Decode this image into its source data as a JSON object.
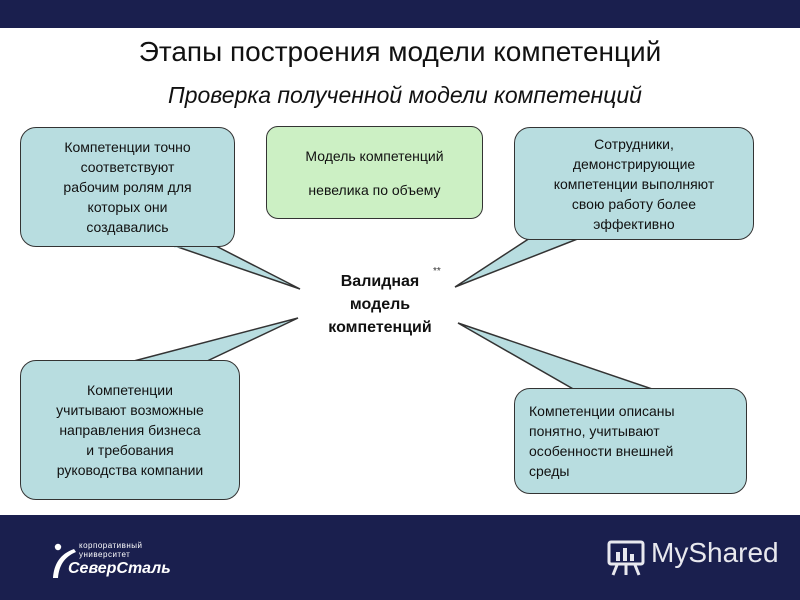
{
  "title": "Этапы построения модели компетенций",
  "subtitle": "Проверка полученной модели компетенций",
  "center": {
    "lines": [
      "Валидная",
      "модель",
      "компетенций"
    ],
    "mark": "**"
  },
  "callouts": {
    "top_left": [
      "Компетенции точно",
      "соответствуют",
      "рабочим ролям для",
      "которых они",
      "создавались"
    ],
    "top_middle": [
      "Модель компетенций",
      "невелика по объему"
    ],
    "top_right": [
      "Сотрудники,",
      "демонстрирующие",
      "компетенции выполняют",
      "свою работу  более",
      "эффективно"
    ],
    "bottom_left": [
      "Компетенции",
      "учитывают возможные",
      "направления бизнеса",
      "и требования",
      "руководства компании"
    ],
    "bottom_right": [
      "Компетенции описаны",
      "понятно, учитывают",
      "особенности внешней",
      "среды"
    ]
  },
  "footer": {
    "org_small": [
      "корпоративный",
      "университет"
    ],
    "org_big": "СеверСталь",
    "watermark": "MyShared"
  },
  "colors": {
    "bar": "#1a1f4e",
    "callout_fill": "#b8dde0",
    "center_box_fill": "#ccf0c4"
  }
}
